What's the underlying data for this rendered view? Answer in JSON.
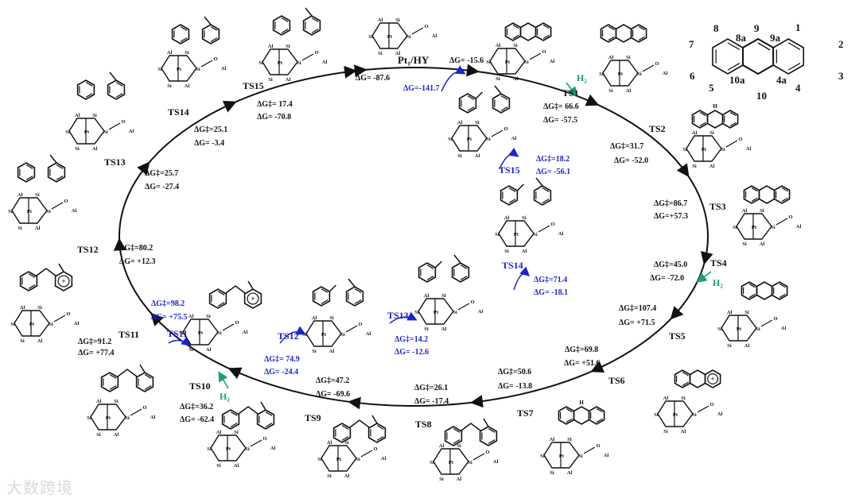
{
  "catalyst_label": "Pt₁/HY",
  "main_cycle": {
    "start": {
      "dG": "ΔG= -87.6"
    },
    "steps": [
      {
        "ts": "TS1",
        "dGts": "ΔG‡= 66.6",
        "dG": "ΔG= -57.5"
      },
      {
        "ts": "TS2",
        "dGts": "ΔG‡=31.7",
        "dG": "ΔG= -52.0"
      },
      {
        "ts": "TS3",
        "dGts": "ΔG‡=86.7",
        "dG": "ΔG=+57.3"
      },
      {
        "ts": "TS4",
        "dGts": "ΔG‡=45.0",
        "dG": "ΔG= -72.0"
      },
      {
        "ts": "TS5",
        "dGts": "ΔG‡=107.4",
        "dG": "ΔG= +71.5"
      },
      {
        "ts": "TS6",
        "dGts": "ΔG‡=69.8",
        "dG": "ΔG= +51.6"
      },
      {
        "ts": "TS7",
        "dGts": "ΔG‡=50.6",
        "dG": "ΔG= -13.8"
      },
      {
        "ts": "TS8",
        "dGts": "ΔG‡=26.1",
        "dG": "ΔG= -17.4"
      },
      {
        "ts": "TS9",
        "dGts": "ΔG‡=47.2",
        "dG": "ΔG= -69.6"
      },
      {
        "ts": "TS10",
        "dGts": "ΔG‡=36.2",
        "dG": "ΔG= -62.4"
      },
      {
        "ts": "TS11",
        "dGts": "ΔG‡=91.2",
        "dG": "ΔG= +77.4"
      },
      {
        "ts": "TS12",
        "dGts": "ΔG‡=80.2",
        "dG": "ΔG= +12.3"
      },
      {
        "ts": "TS13",
        "dGts": "ΔG‡=25.7",
        "dG": "ΔG= -27.4"
      },
      {
        "ts": "TS14",
        "dGts": "ΔG‡=25.1",
        "dG": "ΔG= -3.4"
      },
      {
        "ts": "TS15",
        "dGts": "ΔG‡= 17.4",
        "dG": "ΔG= -70.8"
      }
    ],
    "top_right_dG": "ΔG= -15.6"
  },
  "inner_path": {
    "entry_dG": "ΔG=-141.7",
    "steps": [
      {
        "ts": "TS11",
        "dGts": "ΔG‡=98.2",
        "dG": "ΔG= +75.5"
      },
      {
        "ts": "TS12",
        "dGts": "ΔG‡= 74.9",
        "dG": "ΔG= -24.4"
      },
      {
        "ts": "TS13",
        "dGts": "ΔG‡=14.2",
        "dG": "ΔG= -12.6"
      },
      {
        "ts": "TS14",
        "dGts": "ΔG‡=71.4",
        "dG": "ΔG= -18.1"
      },
      {
        "ts": "TS15",
        "dGts": "ΔG‡=18.2",
        "dG": "ΔG= -56.1"
      }
    ]
  },
  "h2_label": "H₂",
  "anthracene_numbering": [
    "1",
    "2",
    "3",
    "4",
    "4a",
    "10",
    "10a",
    "5",
    "6",
    "7",
    "8",
    "8a",
    "9",
    "9a"
  ],
  "site_labels": {
    "al": "Al",
    "si": "Si",
    "pt": "Pt",
    "h": "H",
    "o": "O"
  },
  "watermark": "大数跨境",
  "colors": {
    "main": "#111111",
    "inner": "#1a24d6",
    "h2": "#1aa36a"
  }
}
